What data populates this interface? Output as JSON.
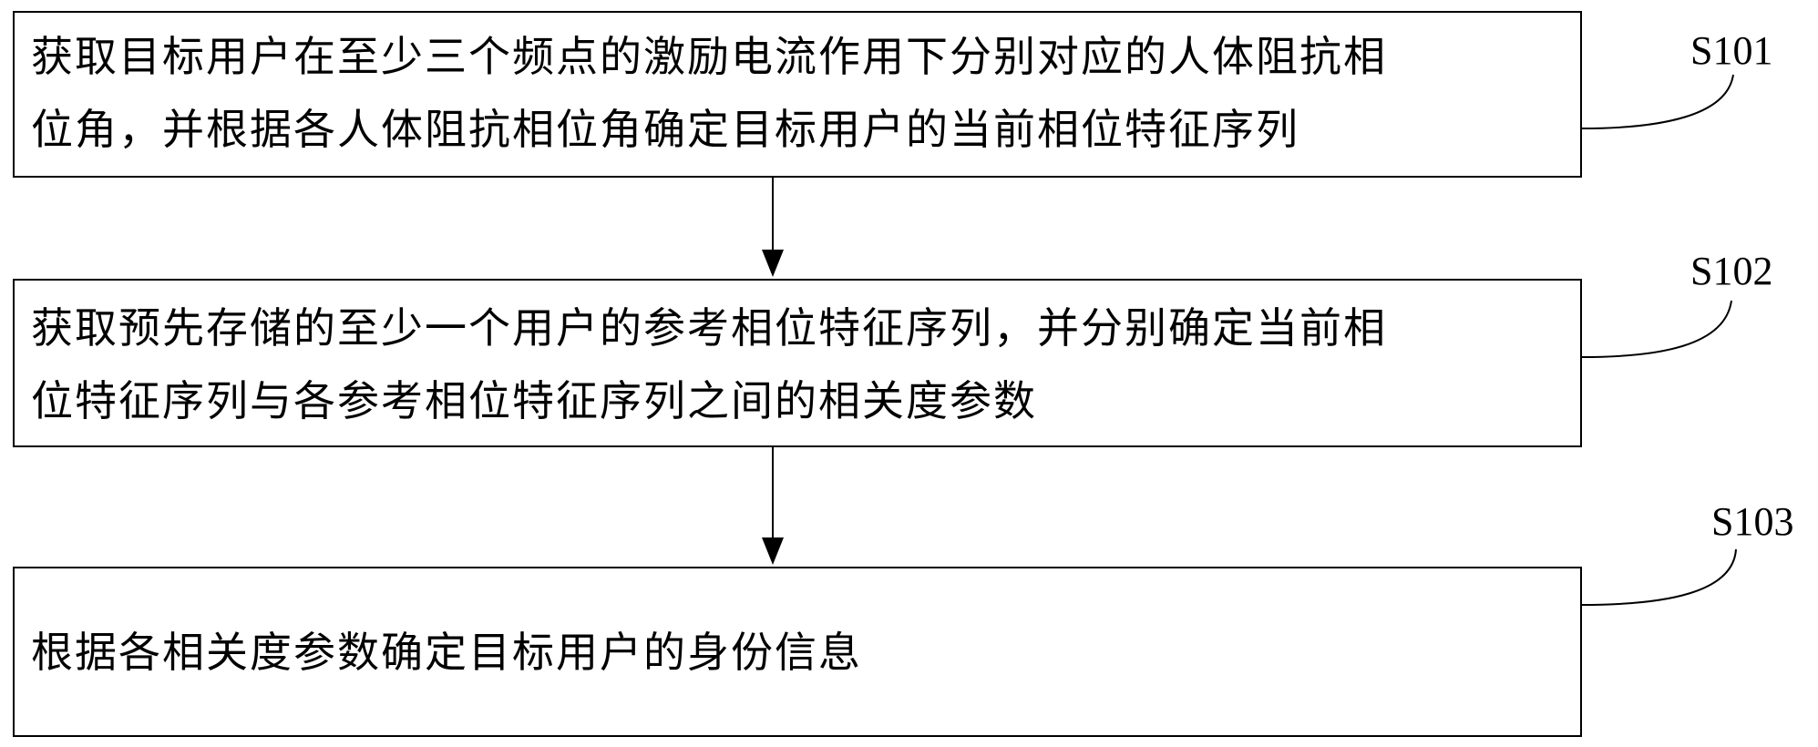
{
  "steps": [
    {
      "id": "S101",
      "label": "S101",
      "text": "获取目标用户在至少三个频点的激励电流作用下分别对应的人体阻抗相\n位角，并根据各人体阻抗相位角确定目标用户的当前相位特征序列"
    },
    {
      "id": "S102",
      "label": "S102",
      "text": "获取预先存储的至少一个用户的参考相位特征序列，并分别确定当前相\n位特征序列与各参考相位特征序列之间的相关度参数"
    },
    {
      "id": "S103",
      "label": "S103",
      "text": "根据各相关度参数确定目标用户的身份信息"
    }
  ]
}
